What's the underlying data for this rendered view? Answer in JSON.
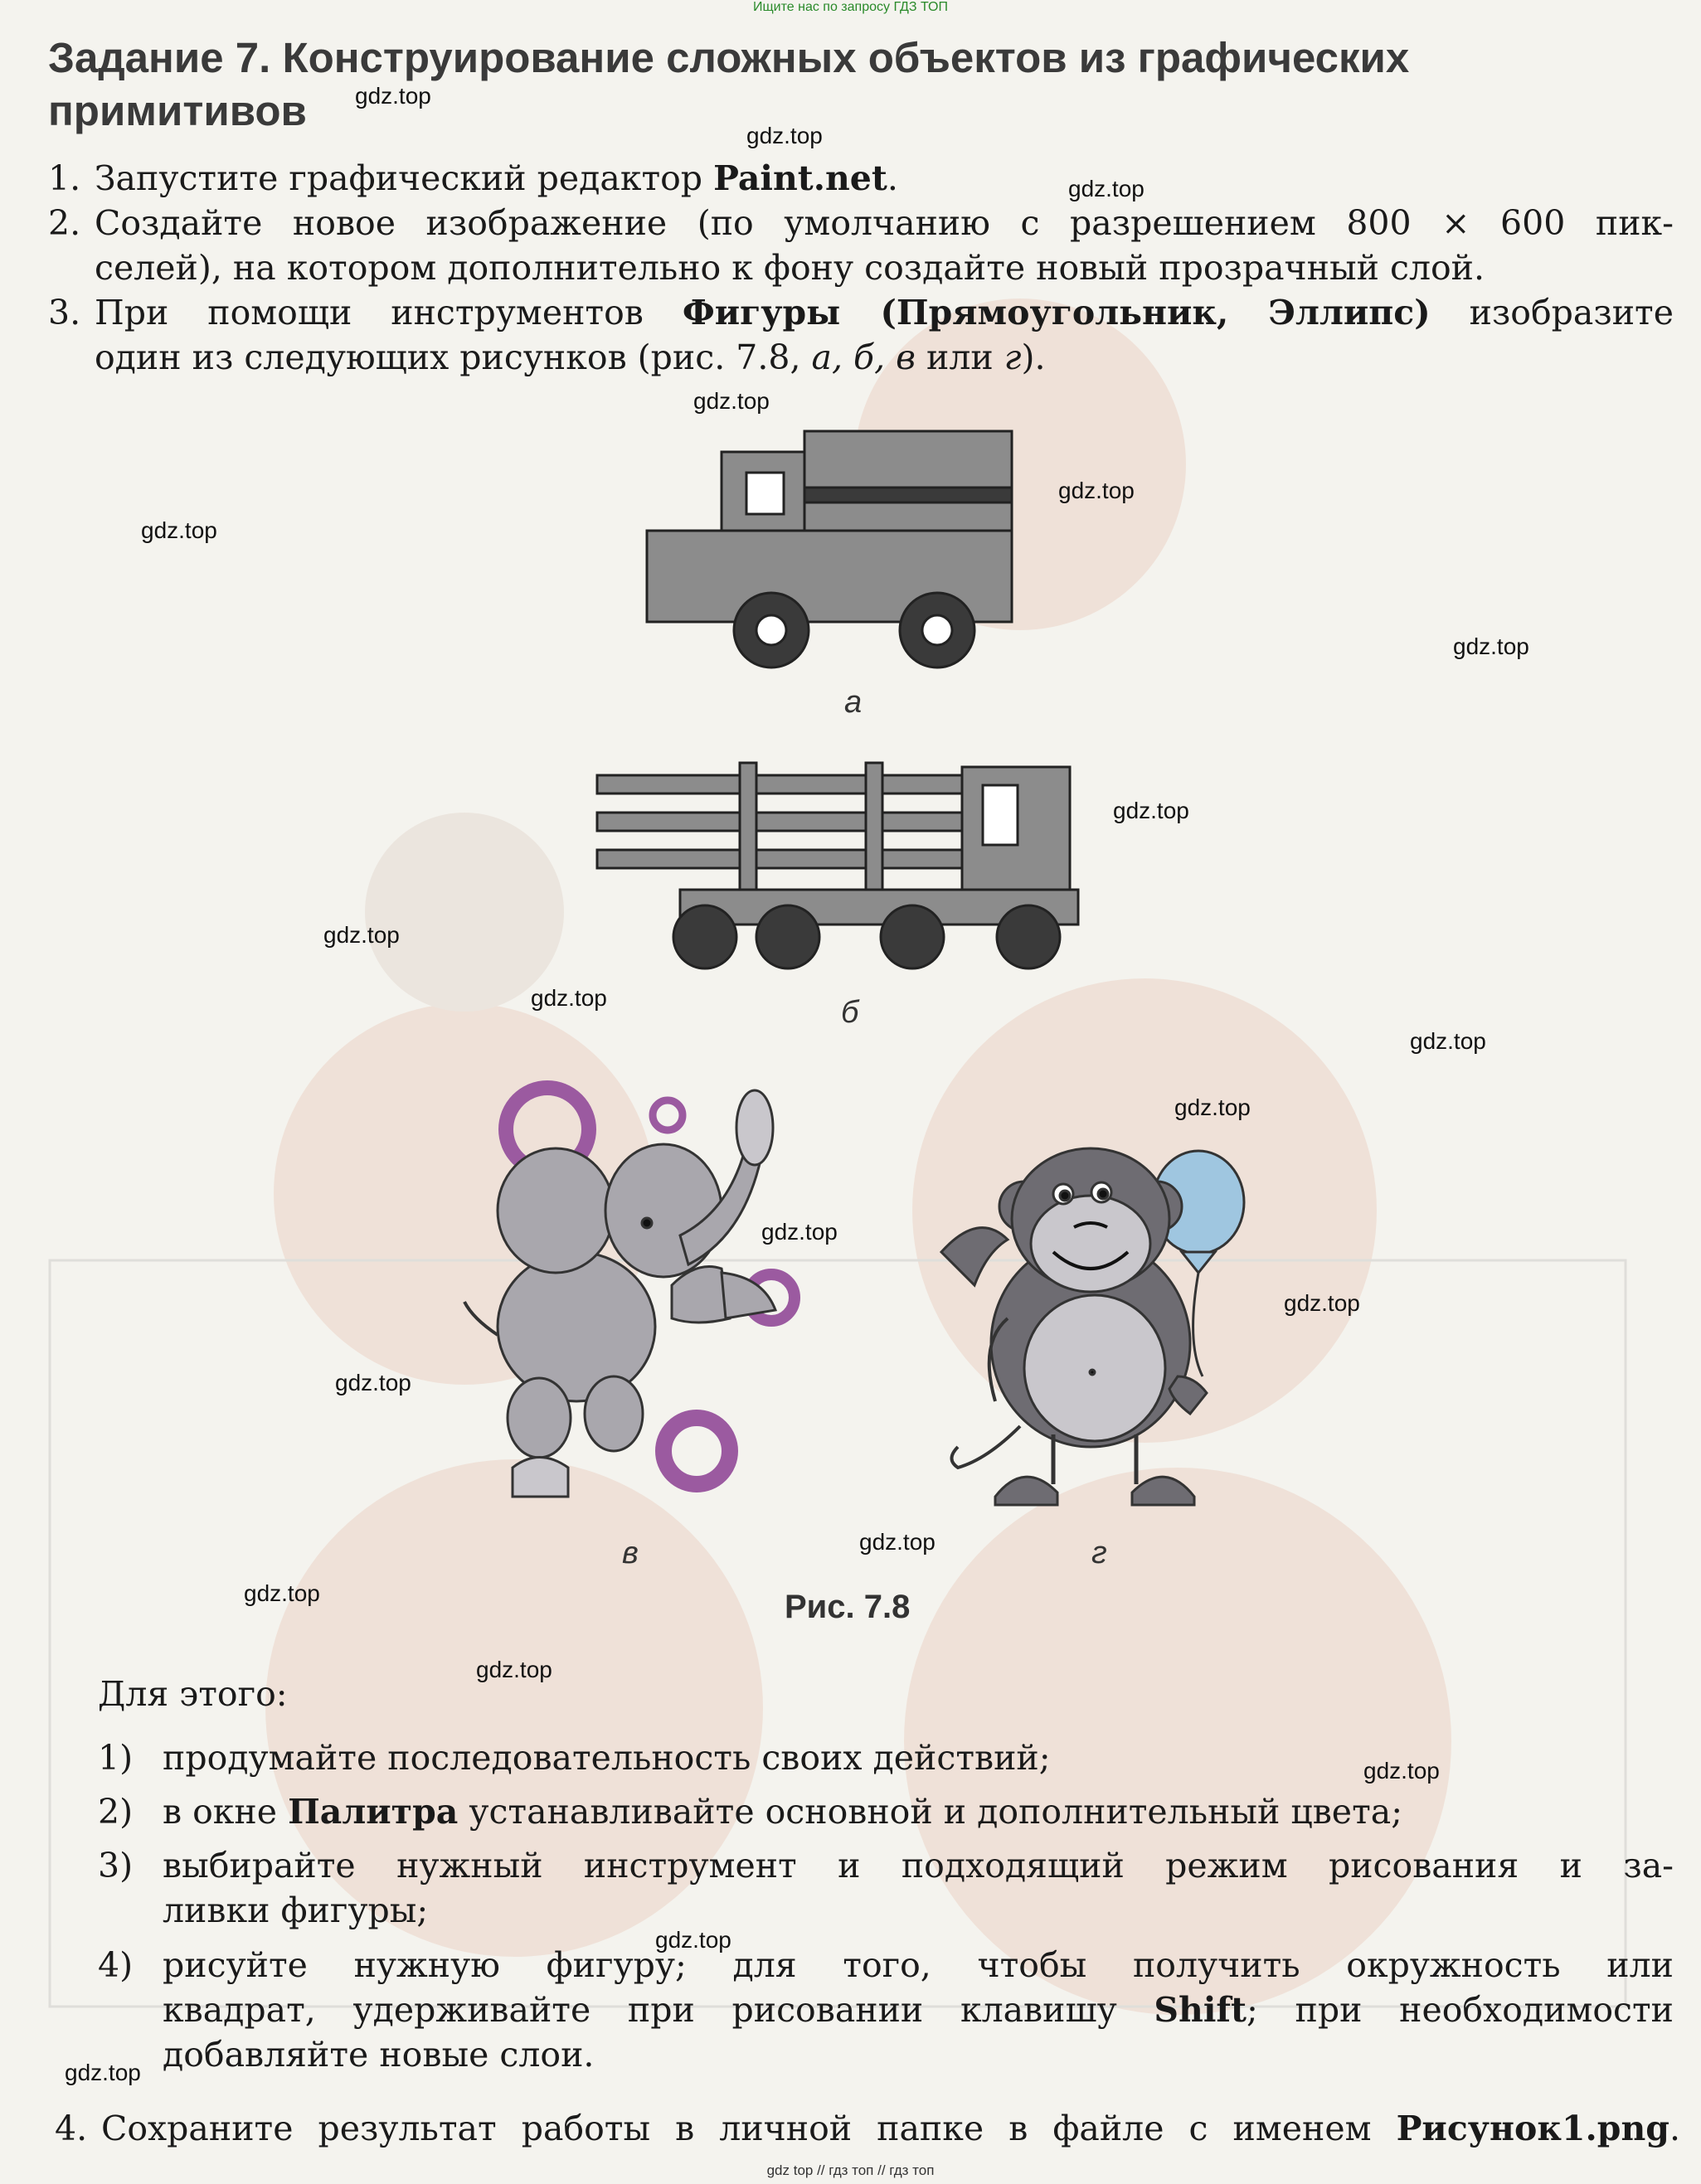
{
  "banner": "Ищите нас по запросу ГДЗ ТОП",
  "title": "Задание 7. Конструирование сложных объектов из графических примитивов",
  "steps": {
    "s1_num": "1.",
    "s1_a": "Запустите графический редактор ",
    "s1_b": "Paint.net",
    "s1_c": ".",
    "s2_num": "2.",
    "s2_l1": "Создайте новое изображение (по умолчанию с разрешением 800 × 600 пик-",
    "s2_l2": "селей), на котором дополнительно к фону создайте новый прозрачный слой.",
    "s3_num": "3.",
    "s3_a": "При помощи инструментов ",
    "s3_b": "Фигуры (Прямоугольник, Эллипс)",
    "s3_c": " изобразите",
    "s3_l2a": "один из следующих рисунков (рис. 7.8, ",
    "s3_l2b": "а, б, в",
    "s3_l2c": " или ",
    "s3_l2d": "г",
    "s3_l2e": ")."
  },
  "figure": {
    "label_a": "а",
    "label_b": "б",
    "label_v": "в",
    "label_g": "г",
    "caption": "Рис. 7.8"
  },
  "instructions": {
    "intro": "Для этого:",
    "i1_num": "1)",
    "i1": "продумайте последовательность своих действий;",
    "i2_num": "2)",
    "i2a": "в окне ",
    "i2b": "Палитра",
    "i2c": " устанавливайте основной и дополнительный цвета;",
    "i3_num": "3)",
    "i3_l1": "выбирайте нужный инструмент и подходящий режим рисования и за-",
    "i3_l2": "ливки фигуры;",
    "i4_num": "4)",
    "i4_l1": "рисуйте нужную фигуру; для того, чтобы получить окружность или",
    "i4_l2a": "квадрат, удерживайте при рисовании клавишу ",
    "i4_l2b": "Shift",
    "i4_l2c": "; при необходимости",
    "i4_l3": "добавляйте новые слои."
  },
  "step4": {
    "num": "4.",
    "a": "Сохраните результат работы в личной папке в файле с именем ",
    "b": "Рисунок1.png",
    "c": "."
  },
  "watermark": "gdz.top",
  "footer": "gdz top // гдз топ // гдз топ",
  "colors": {
    "truck_gray": "#8c8c8c",
    "wheel_dark": "#3a3a3a",
    "elephant": "#a9a7ad",
    "ring_purple": "#9b5aa0",
    "monkey_dark": "#6e6c72",
    "monkey_light": "#c9c7cc",
    "balloon": "#9fc6e0"
  }
}
